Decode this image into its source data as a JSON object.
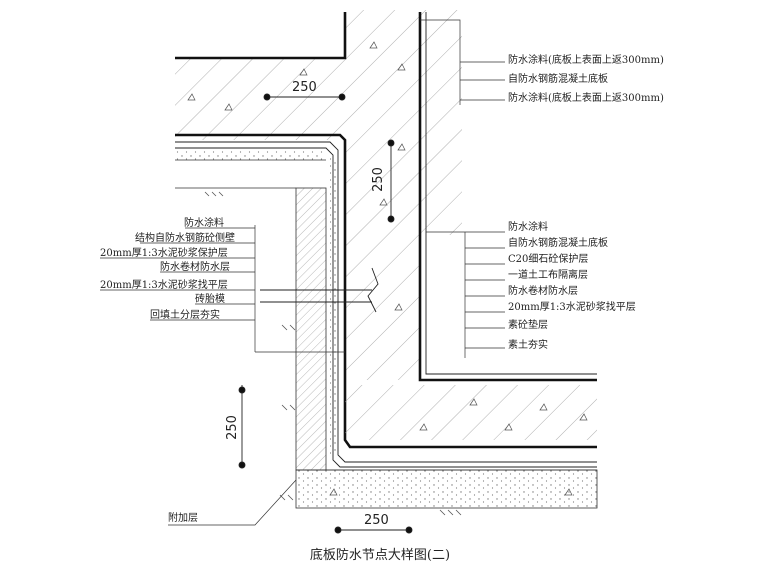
{
  "title": "底板防水节点大样图(二)",
  "dimensions": {
    "top_horizontal": "250",
    "right_vertical": "250",
    "left_vertical": "250",
    "bottom_horizontal": "250"
  },
  "labels_top_right": [
    "防水涂料(底板上表面上返300mm)",
    "自防水钢筋混凝土底板",
    "防水涂料(底板上表面上返300mm)"
  ],
  "labels_left": [
    "防水涂料",
    "结构自防水钢筋砼侧壁",
    "20mm厚1:3水泥砂浆保护层",
    "防水卷材防水层",
    "20mm厚1:3水泥砂浆找平层",
    "砖胎模",
    "回填土分层夯实"
  ],
  "labels_right": [
    "防水涂料",
    "自防水钢筋混凝土底板",
    "C20细石砼保护层",
    "一道土工布隔离层",
    "防水卷材防水层",
    "20mm厚1:3水泥砂浆找平层",
    "素砼垫层",
    "素土夯实"
  ],
  "label_bottom_left": "附加层"
}
